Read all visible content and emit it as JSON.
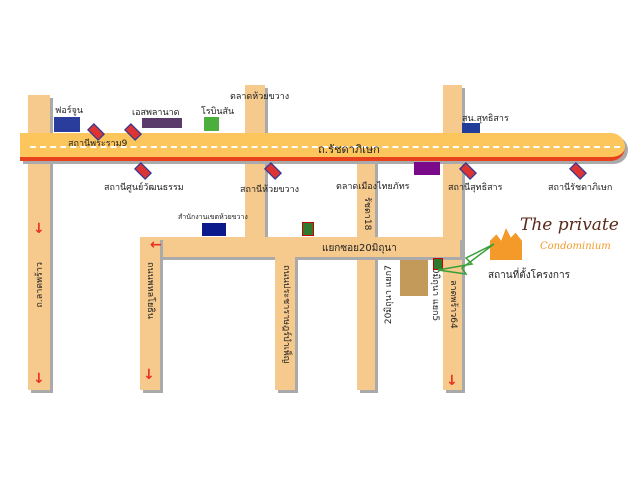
{
  "roads": {
    "main": "ถ.รัชดาภิเษก",
    "left": "ถ.ลาดพร้าว",
    "soi20": "แยกซอย20มิถุนา",
    "pracharat": "ถนนประชาราษฎร์บำเพ็ญ",
    "ratchada18": "รัชดา18",
    "soi7": "20มิถุนา แยก7",
    "soi5": "20มิถุนา แยก5",
    "ladprao64": "ลาดพร้าว64",
    "local": "ถนนพหลโยธิน"
  },
  "places": {
    "fortune": "ฟอร์จูน",
    "esplanade": "เอสพลานาด",
    "robinson": "โรบินสัน",
    "huaikhwang_market": "ตลาดห้วยขวาง",
    "sutthisan_hospital": "สน.สุทธิสาร",
    "district_office": "สำนักงานเขตห้วยขวาง",
    "muangthai_market": "ตลาดเมืองไทยภัทร",
    "project_site": "สถานที่ตั้งโครงการ"
  },
  "stations": {
    "rama9": "สถานีพระราม9",
    "cultural": "สถานีศูนย์วัฒนธรรม",
    "huaikhwang": "สถานีห้วยขวาง",
    "sutthisan": "สถานีสุทธิสาร",
    "ratchadaphisek": "สถานีรัชดาภิเษก"
  },
  "logo": {
    "name": "The private",
    "sub": "Condominium"
  }
}
